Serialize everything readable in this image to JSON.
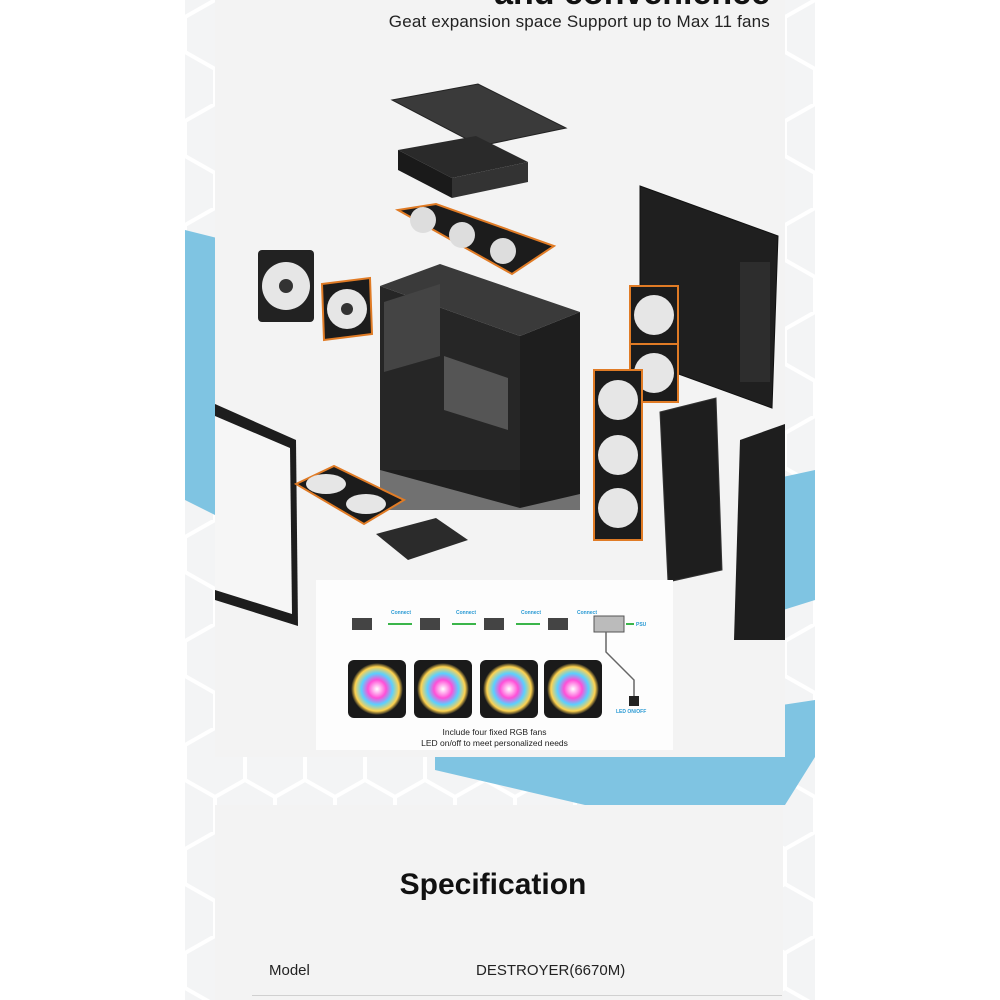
{
  "header": {
    "headline_partial": "and convenience",
    "tagline": "Geat expansion space Support up to Max 11 fans"
  },
  "rgb_diagram": {
    "connect_label": "Connect",
    "psu_label": "PSU",
    "led_label": "LED ON/OFF",
    "caption_line1": "Include four fixed RGB fans",
    "caption_line2": "LED on/off to meet personalized needs"
  },
  "spec": {
    "title": "Specification",
    "rows": [
      {
        "label": "Model",
        "value": "DESTROYER(6670M)"
      }
    ]
  },
  "colors": {
    "accent_blue": "#7fc4e2",
    "fan_orange": "#e07b25",
    "case_black": "#1c1c1c"
  }
}
